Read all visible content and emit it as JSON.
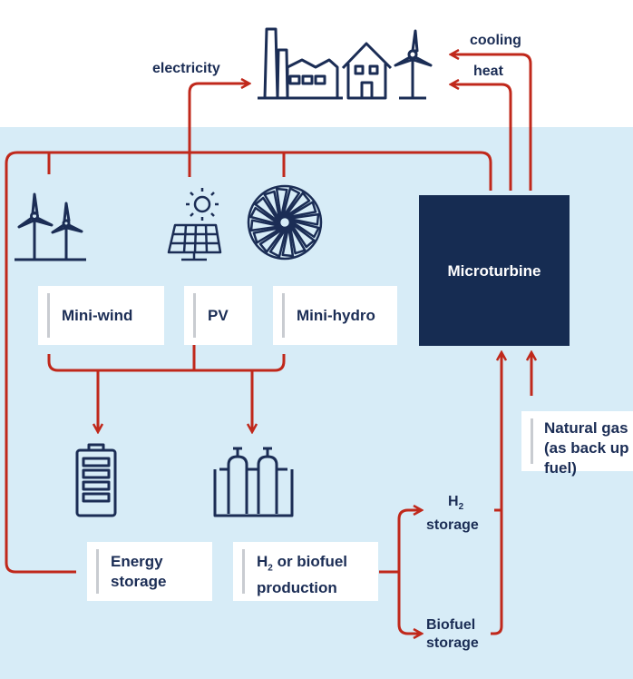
{
  "labels": {
    "electricity": "electricity",
    "cooling": "cooling",
    "heat": "heat",
    "microturbine": "Microturbine",
    "mini_wind": "Mini-wind",
    "pv": "PV",
    "mini_hydro": "Mini-hydro",
    "energy_storage_1": "Energy",
    "energy_storage_2": "storage",
    "h2_biofuel_prefix": "H",
    "h2_biofuel_sub": "2",
    "h2_biofuel_rest": " or biofuel",
    "h2_biofuel_line2": "production",
    "h2_storage_prefix": "H",
    "h2_storage_sub": "2",
    "h2_storage_line2": "storage",
    "biofuel_storage_1": "Biofuel",
    "biofuel_storage_2": "storage",
    "natural_gas_1": "Natural gas",
    "natural_gas_2": "(as back up",
    "natural_gas_3": "fuel)"
  },
  "colors": {
    "navy": "#1b2d55",
    "arrow": "#c0281b",
    "background": "#d7ecf7",
    "box": "#ffffff",
    "microturbine": "#162c52"
  },
  "icons": [
    "factory-icon",
    "house-icon",
    "wind-turbine-icon",
    "solar-panel-icon",
    "sun-icon",
    "hydro-turbine-icon",
    "battery-icon",
    "gas-tanks-icon"
  ]
}
